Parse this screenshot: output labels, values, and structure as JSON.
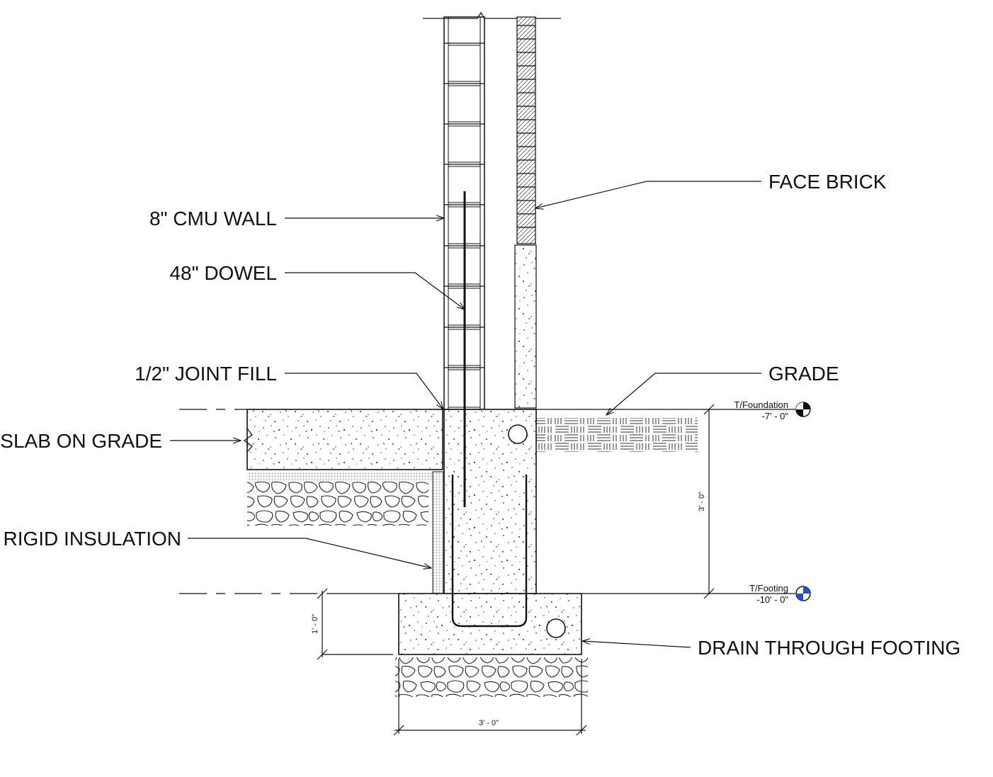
{
  "labels": {
    "face_brick": "FACE BRICK",
    "cmu_wall": "8\" CMU WALL",
    "dowel": "48\" DOWEL",
    "joint_fill": "1/2\" JOINT FILL",
    "grade": "GRADE",
    "slab_on_grade": "SLAB ON GRADE",
    "rigid_insulation": "RIGID INSULATION",
    "drain": "DRAIN THROUGH FOOTING"
  },
  "levels": {
    "foundation_name": "T/Foundation",
    "foundation_elev": "-7' - 0\"",
    "footing_name": "T/Footing",
    "footing_elev": "-10' - 0\""
  },
  "dimensions": {
    "foundation_height": "3' - 0\"",
    "footing_thickness": "1' - 0\"",
    "footing_width": "3' - 0\""
  },
  "colors": {
    "line": "#111111",
    "level_marker": "#1f4fd6"
  }
}
